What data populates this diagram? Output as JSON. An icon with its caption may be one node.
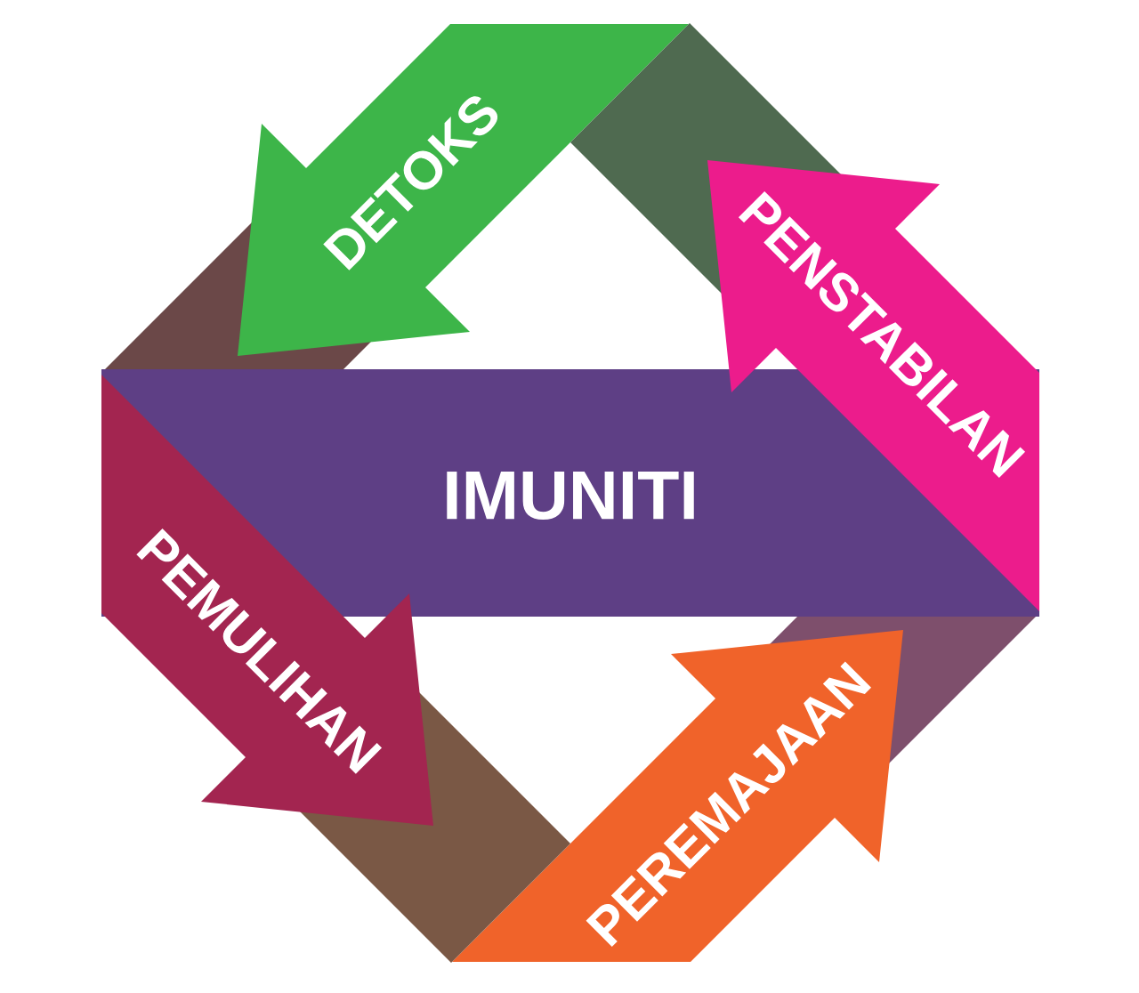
{
  "diagram": {
    "nodes": [
      {
        "text": [
          "DETOKS"
        ]
      },
      {
        "text": [
          "PENSTABILAN"
        ]
      },
      {
        "text": [
          "IMUNITI"
        ]
      },
      {
        "text": [
          "PEMULIHAN"
        ]
      },
      {
        "text": [
          "PEREMAJAAN"
        ]
      }
    ]
  }
}
